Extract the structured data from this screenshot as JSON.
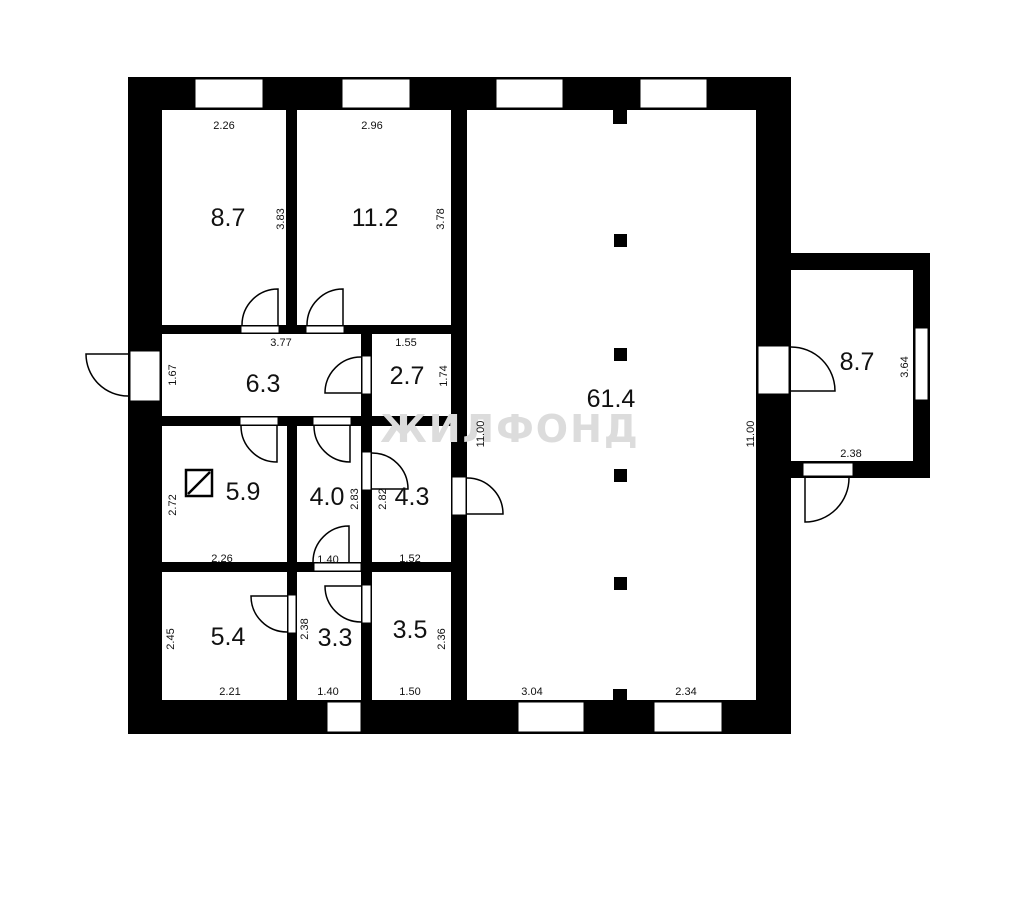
{
  "colors": {
    "wall": "#000000",
    "background": "#ffffff",
    "watermark": "#dcdcdc"
  },
  "watermark": "ЖИЛФОНД",
  "rooms": [
    {
      "id": "room-1",
      "area": "8.7"
    },
    {
      "id": "room-2",
      "area": "11.2"
    },
    {
      "id": "room-hall",
      "area": "61.4"
    },
    {
      "id": "room-annex",
      "area": "8.7"
    },
    {
      "id": "room-corridor",
      "area": "6.3"
    },
    {
      "id": "room-small",
      "area": "2.7"
    },
    {
      "id": "room-5-9",
      "area": "5.9"
    },
    {
      "id": "room-4-0",
      "area": "4.0"
    },
    {
      "id": "room-4-3",
      "area": "4.3"
    },
    {
      "id": "room-5-4",
      "area": "5.4"
    },
    {
      "id": "room-3-3",
      "area": "3.3"
    },
    {
      "id": "room-3-5",
      "area": "3.5"
    }
  ],
  "dimensions": {
    "d_2_26_top": "2.26",
    "d_2_96": "2.96",
    "d_3_83": "3.83",
    "d_3_78": "3.78",
    "d_3_77": "3.77",
    "d_1_55": "1.55",
    "d_1_67": "1.67",
    "d_1_74": "1.74",
    "d_11_00_left": "11.00",
    "d_11_00_right": "11.00",
    "d_3_64": "3.64",
    "d_2_38_annex": "2.38",
    "d_2_72": "2.72",
    "d_2_83": "2.83",
    "d_2_82": "2.82",
    "d_2_26_mid": "2.26",
    "d_1_40_mid": "1.40",
    "d_1_52": "1.52",
    "d_2_45": "2.45",
    "d_2_38_small": "2.38",
    "d_2_36": "2.36",
    "d_2_21": "2.21",
    "d_1_40_bottom": "1.40",
    "d_1_50": "1.50",
    "d_3_04": "3.04",
    "d_2_34": "2.34"
  }
}
